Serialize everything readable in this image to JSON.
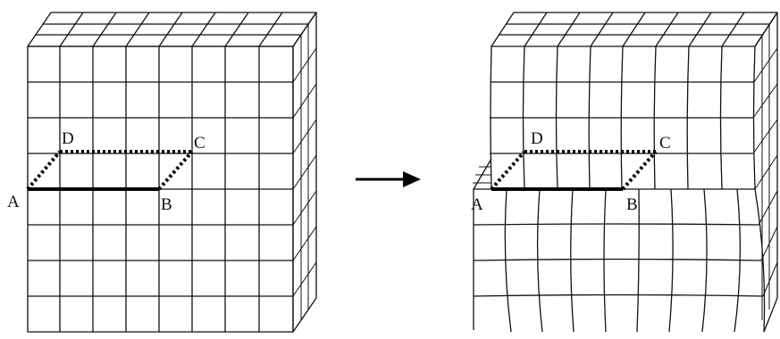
{
  "diagram": {
    "left_block": {
      "labels": {
        "a": "A",
        "b": "B",
        "c": "C",
        "d": "D"
      }
    },
    "right_block": {
      "labels": {
        "a": "A",
        "b": "B",
        "c": "C",
        "d": "D"
      }
    },
    "arrow": "right-arrow"
  }
}
